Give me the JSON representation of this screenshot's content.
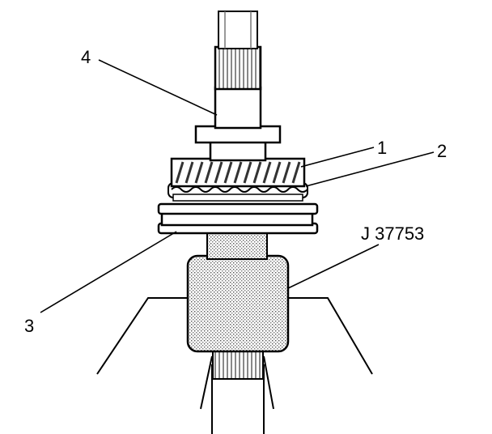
{
  "callouts": {
    "label_1": "1",
    "label_2": "2",
    "label_3": "3",
    "label_4": "4",
    "tool_label": "J 37753"
  },
  "colors": {
    "line": "#000000",
    "fill_light": "#ffffff",
    "stipple": "#8a8a8a",
    "gear": "#4a4a4a"
  }
}
